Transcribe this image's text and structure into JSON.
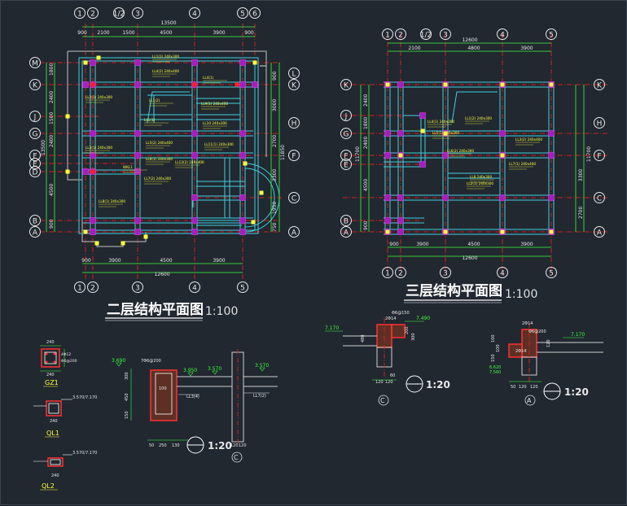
{
  "plan2": {
    "title": "二层结构平面图",
    "scale": "1:100",
    "top_axes": [
      "1",
      "2",
      "1/2",
      "3",
      "4",
      "5",
      "6"
    ],
    "bottom_axes": [
      "1",
      "2",
      "3",
      "4",
      "5"
    ],
    "left_axes": [
      "M",
      "K",
      "J",
      "G",
      "F",
      "E",
      "D",
      "B",
      "A"
    ],
    "right_axes": [
      "L",
      "K",
      "H",
      "F",
      "C",
      "A"
    ],
    "top_total": "13500",
    "top_dims": [
      "900",
      "2100",
      "1500",
      "4500",
      "3900",
      "900"
    ],
    "bottom_dims": [
      "900",
      "3900",
      "4500",
      "3900"
    ],
    "bottom_total": "12600",
    "left_dims": [
      "1800",
      "2400",
      "1500",
      "2400",
      "4500",
      "900"
    ],
    "left_total": "13500",
    "right_dims": [
      "900",
      "3000",
      "2700",
      "3300",
      "1950",
      "750"
    ],
    "right_total": "11850",
    "beam_tags": [
      "LL1(2) 240x300",
      "LL4(2) 240x400",
      "LL2(1) 240x300",
      "LL3(1) 240x300",
      "LL5(2) 240x400",
      "LL6(1) 240x300",
      "LL7(2) 240x300",
      "LL8(1) 240x300",
      "LL1(1)",
      "LL1(2)",
      "LL4(1)",
      "WKL1",
      "LL9(1) 240x400",
      "LL10 240x300",
      "LL11(1) 240x300",
      "LL12(2) 240x400"
    ]
  },
  "plan3": {
    "title": "三层结构平面图",
    "scale": "1:100",
    "top_axes": [
      "1",
      "2",
      "1/2",
      "3",
      "4",
      "5"
    ],
    "bottom_axes": [
      "1",
      "2",
      "3",
      "4",
      "5"
    ],
    "left_axes": [
      "K",
      "J",
      "G",
      "F",
      "E",
      "B",
      "A"
    ],
    "right_axes": [
      "K",
      "H",
      "F",
      "C",
      "A"
    ],
    "top_total": "12600",
    "top_dims": [
      "2100",
      "4800",
      "3900"
    ],
    "bottom_dims": [
      "900",
      "3900",
      "4500",
      "3900"
    ],
    "bottom_total": "12600",
    "left_dims": [
      "2400",
      "1800",
      "2400",
      "4500",
      "900"
    ],
    "left_total": "11700",
    "right_dims": [
      "3300",
      "2700"
    ],
    "right_total": "11700",
    "beam_tags": [
      "LL1(2) 240x300",
      "LL3(2) 240x400",
      "LL2(1) 240x300",
      "LL4(1) 240x300",
      "LL5(1) 240x300",
      "LL6(2) 240x300",
      "LL7(1) 240x400",
      "LL8 240x300"
    ]
  },
  "details": {
    "gz1": {
      "label": "GZ1",
      "dims": [
        "240",
        "240",
        "4Φ12",
        "Φ6@200"
      ]
    },
    "ql1": {
      "label": "QL1",
      "dims": [
        "240",
        "240",
        "3.570/7.170"
      ]
    },
    "ql2": {
      "label": "QL2",
      "dims": [
        "240",
        "120",
        "3.570/7.170"
      ]
    },
    "sectionC2": {
      "levels": [
        "3.690",
        "3.570",
        "3.950",
        "3.570"
      ],
      "dims": [
        "300",
        "450",
        "150",
        "250",
        "130",
        "50",
        "120",
        "120",
        "100"
      ],
      "tags": [
        "7Φ6@200",
        "LL3(4)",
        "LL7(2)"
      ],
      "axis": "C",
      "scale": "1:20"
    },
    "sectionC3": {
      "levels": [
        "7.170",
        "7.490"
      ],
      "dims": [
        "480",
        "200",
        "300",
        "120",
        "120",
        "60",
        "60"
      ],
      "tags": [
        "2Φ14",
        "Φ6@150"
      ],
      "axis": "C",
      "scale": "1:20"
    },
    "sectionA3": {
      "levels": [
        "7.170",
        "6.620",
        "7.560"
      ],
      "dims": [
        "100",
        "100",
        "150",
        "120",
        "120",
        "50",
        "120"
      ],
      "tags": [
        "2Φ14",
        "Φ6@200",
        "2Φ14"
      ],
      "axis": "A",
      "scale": "1:20"
    }
  }
}
